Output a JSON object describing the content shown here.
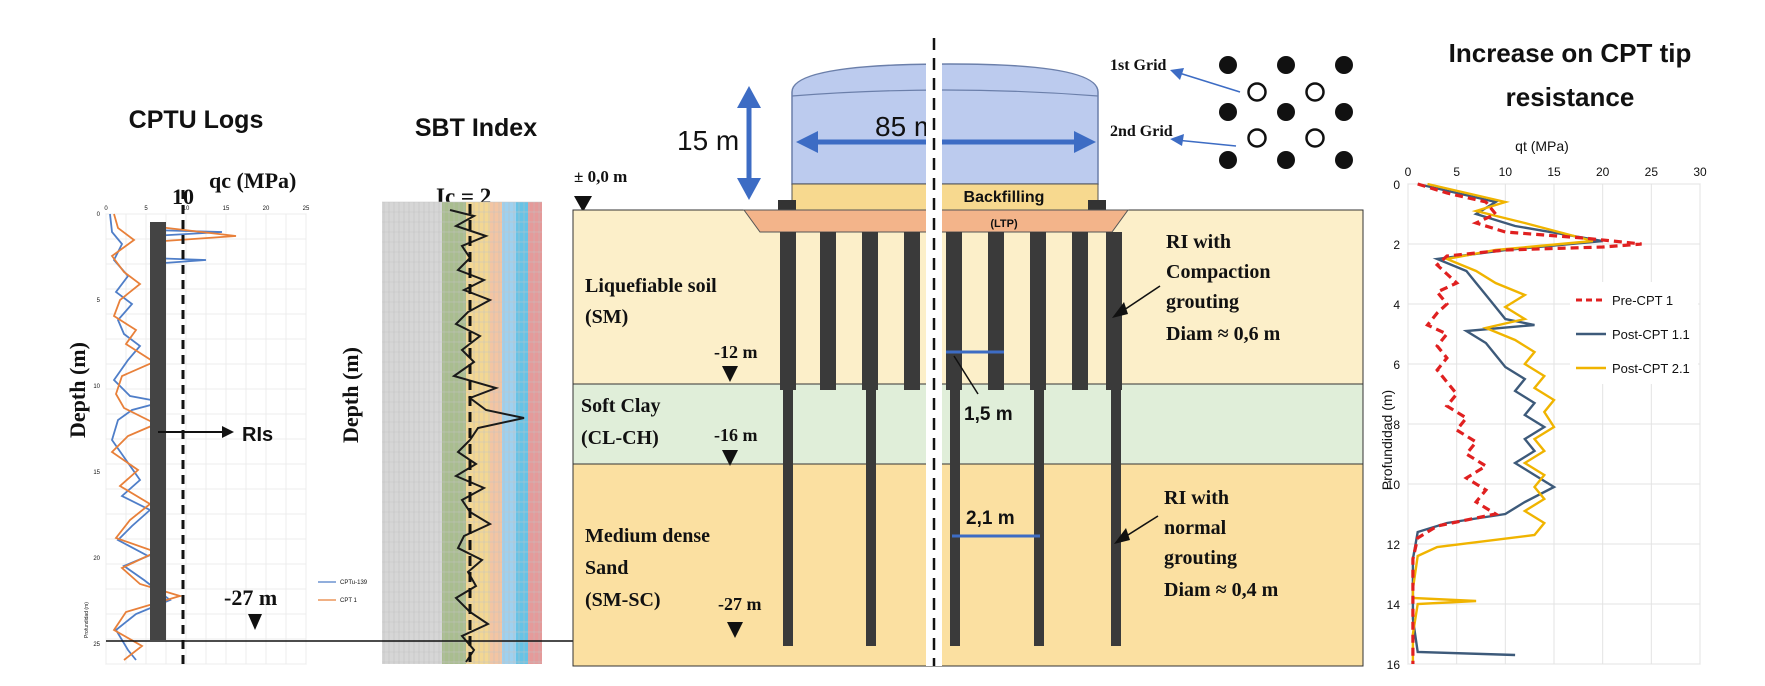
{
  "cptu_logs": {
    "title": "CPTU Logs",
    "qc_label": "qc (MPa)",
    "ten_label": "10",
    "depth_label": "Depth (m)",
    "ris_label": "RIs",
    "depth_marker": "-27 m",
    "x_ticks": [
      "0",
      "5",
      "10",
      "15",
      "20",
      "25"
    ],
    "y_ticks": [
      "0",
      "5",
      "10",
      "15",
      "20",
      "25"
    ],
    "y_axis_small": "Profundidad (m)",
    "legend": [
      "CPTu-139",
      "CPT 1"
    ],
    "colors": {
      "cptu139": "#4f7ec8",
      "cpt1": "#e8803a"
    }
  },
  "sbt_index": {
    "title": "SBT Index",
    "ic_label": "Ic = 2",
    "depth_label": "Depth (m)"
  },
  "section": {
    "zero_level": "± 0,0 m",
    "height_label": "15 m",
    "width_label": "85 m",
    "backfill_label": "Backfilling",
    "ltp_label": "(LTP)",
    "layer1_lines": [
      "Liquefiable soil",
      "(SM)"
    ],
    "layer1_depth": "-12 m",
    "layer2_lines": [
      "Soft Clay",
      "(CL-CH)"
    ],
    "layer2_depth": "-16 m",
    "layer3_lines": [
      "Medium dense",
      "Sand",
      "(SM-SC)"
    ],
    "layer3_depth": "-27 m",
    "spacing1": "1,5 m",
    "spacing2": "2,1 m",
    "ri1_lines": [
      "RI with",
      "Compaction",
      "grouting",
      "Diam ≈ 0,6 m"
    ],
    "ri2_lines": [
      "RI with",
      "normal",
      "grouting",
      "Diam ≈ 0,4 m"
    ],
    "grid1": "1st Grid",
    "grid2": "2nd  Grid",
    "colors": {
      "layer1": "#fcefc9",
      "layer2": "#e0eed9",
      "layer3": "#fbe0a1",
      "tank": "#b8c8ec",
      "ltp": "#f3b48a",
      "pile": "#3a3a3a"
    }
  },
  "chart_data": {
    "type": "line",
    "title": "Increase on CPT tip resistance",
    "xlabel": "qt (MPa)",
    "ylabel": "Profundidad  (m)",
    "xlim": [
      0,
      30
    ],
    "ylim": [
      16,
      0
    ],
    "x_ticks": [
      "0",
      "5",
      "10",
      "15",
      "20",
      "25",
      "30"
    ],
    "y_ticks": [
      "0",
      "2",
      "4",
      "6",
      "8",
      "10",
      "12",
      "14",
      "16"
    ],
    "legend_position": "right",
    "series": [
      {
        "name": "Pre-CPT 1",
        "color": "#e02020",
        "dash": true,
        "points": [
          [
            1,
            0
          ],
          [
            4,
            0.3
          ],
          [
            8,
            0.6
          ],
          [
            9,
            1.0
          ],
          [
            7,
            1.3
          ],
          [
            10,
            1.6
          ],
          [
            18,
            1.8
          ],
          [
            24,
            2.0
          ],
          [
            20,
            2.1
          ],
          [
            10,
            2.2
          ],
          [
            4,
            2.4
          ],
          [
            3,
            2.7
          ],
          [
            4,
            3.0
          ],
          [
            5,
            3.3
          ],
          [
            3,
            3.6
          ],
          [
            4,
            4.0
          ],
          [
            3,
            4.3
          ],
          [
            2,
            4.7
          ],
          [
            4,
            5.0
          ],
          [
            3,
            5.4
          ],
          [
            4,
            5.8
          ],
          [
            3,
            6.2
          ],
          [
            4,
            6.6
          ],
          [
            5,
            7.0
          ],
          [
            4,
            7.4
          ],
          [
            6,
            7.8
          ],
          [
            5,
            8.2
          ],
          [
            7,
            8.6
          ],
          [
            6,
            9.0
          ],
          [
            8,
            9.4
          ],
          [
            6,
            9.8
          ],
          [
            8,
            10.2
          ],
          [
            7,
            10.6
          ],
          [
            9,
            11.0
          ],
          [
            3,
            11.4
          ],
          [
            1,
            11.8
          ],
          [
            0.5,
            12.5
          ],
          [
            0.5,
            14
          ],
          [
            0.5,
            16
          ]
        ]
      },
      {
        "name": "Post-CPT 1.1",
        "color": "#3d5a7a",
        "dash": false,
        "points": [
          [
            1,
            0
          ],
          [
            5,
            0.3
          ],
          [
            9,
            0.6
          ],
          [
            7,
            1.0
          ],
          [
            11,
            1.4
          ],
          [
            20,
            1.9
          ],
          [
            10,
            2.2
          ],
          [
            3,
            2.5
          ],
          [
            6,
            2.9
          ],
          [
            7,
            3.3
          ],
          [
            8,
            3.7
          ],
          [
            9,
            4.1
          ],
          [
            10,
            4.5
          ],
          [
            13,
            4.7
          ],
          [
            6,
            4.9
          ],
          [
            8,
            5.3
          ],
          [
            9,
            5.7
          ],
          [
            10,
            6.1
          ],
          [
            12,
            6.5
          ],
          [
            11,
            6.9
          ],
          [
            13,
            7.3
          ],
          [
            12,
            7.7
          ],
          [
            14,
            8.1
          ],
          [
            12,
            8.5
          ],
          [
            13,
            8.9
          ],
          [
            11,
            9.3
          ],
          [
            13,
            9.7
          ],
          [
            15,
            10.1
          ],
          [
            12,
            10.6
          ],
          [
            10,
            11.0
          ],
          [
            4,
            11.3
          ],
          [
            1,
            11.6
          ],
          [
            0.5,
            12.5
          ],
          [
            0.5,
            14.5
          ],
          [
            1,
            15.6
          ],
          [
            11,
            15.7
          ]
        ]
      },
      {
        "name": "Post-CPT 2.1",
        "color": "#f0b400",
        "dash": false,
        "points": [
          [
            2,
            0
          ],
          [
            6,
            0.3
          ],
          [
            10,
            0.6
          ],
          [
            7,
            0.9
          ],
          [
            12,
            1.3
          ],
          [
            19,
            1.9
          ],
          [
            9,
            2.2
          ],
          [
            4,
            2.5
          ],
          [
            7,
            2.9
          ],
          [
            9,
            3.3
          ],
          [
            12,
            3.7
          ],
          [
            10,
            4.1
          ],
          [
            12,
            4.5
          ],
          [
            8,
            4.8
          ],
          [
            11,
            5.2
          ],
          [
            13,
            5.6
          ],
          [
            12,
            6.0
          ],
          [
            14,
            6.4
          ],
          [
            13,
            6.8
          ],
          [
            15,
            7.2
          ],
          [
            14,
            7.6
          ],
          [
            15,
            8.1
          ],
          [
            13,
            8.5
          ],
          [
            14,
            8.9
          ],
          [
            12,
            9.3
          ],
          [
            14,
            9.7
          ],
          [
            13,
            10.1
          ],
          [
            14,
            10.5
          ],
          [
            12,
            10.9
          ],
          [
            14,
            11.3
          ],
          [
            13,
            11.7
          ],
          [
            3,
            12.1
          ],
          [
            1,
            12.4
          ],
          [
            0.5,
            13.5
          ],
          [
            0.5,
            13.8
          ],
          [
            7,
            13.9
          ],
          [
            1,
            14.0
          ],
          [
            0.5,
            15
          ],
          [
            0.5,
            16
          ]
        ]
      }
    ]
  }
}
